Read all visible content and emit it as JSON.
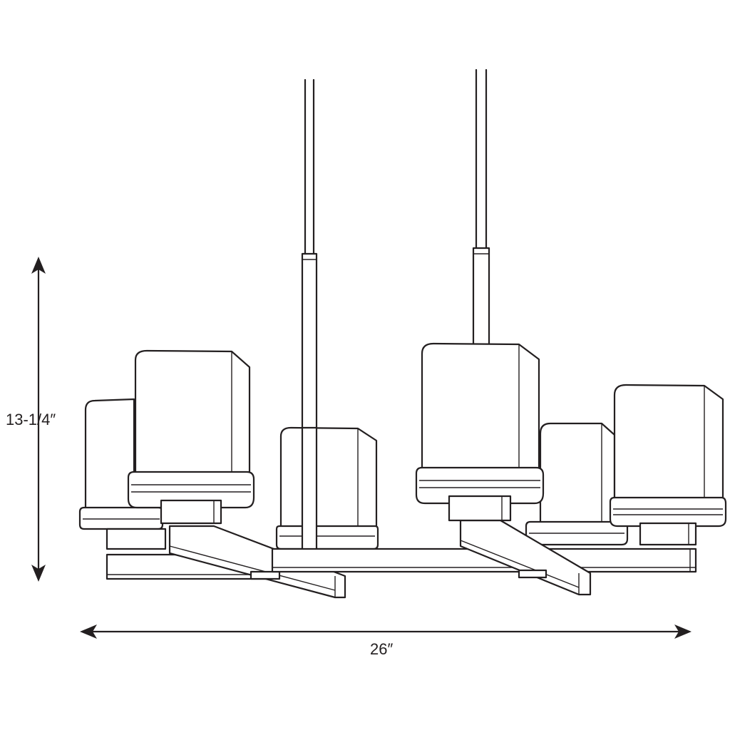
{
  "dimensions": {
    "height": "13-1/4″",
    "width": "26″"
  },
  "colors": {
    "line": "#231f20",
    "background": "#ffffff"
  },
  "fixture": {
    "shade_count": 6,
    "downrod_count": 2
  }
}
